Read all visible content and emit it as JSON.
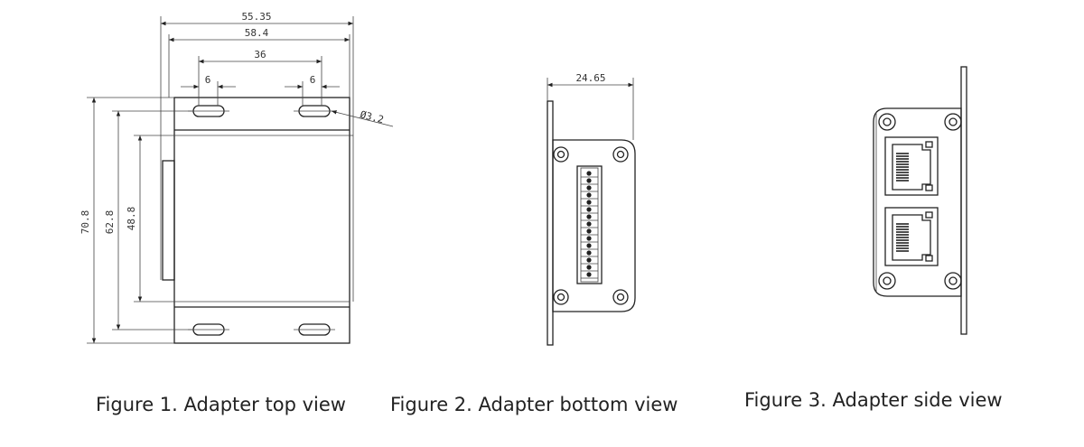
{
  "figures": [
    {
      "caption": "Figure 1. Adapter top view",
      "dimensions": {
        "overall_width": "55.35",
        "flange_width": "58.4",
        "slot_spacing": "36",
        "slot_width_left": "6",
        "slot_width_right": "6",
        "hole_diameter": "Ø3.2",
        "overall_height": "70.8",
        "slot_center_height": "62.8",
        "body_height": "48.8"
      }
    },
    {
      "caption": "Figure 2. Adapter bottom view",
      "dimensions": {
        "depth": "24.65"
      }
    },
    {
      "caption": "Figure 3. Adapter side view",
      "dimensions": {}
    }
  ],
  "colors": {
    "line": "#222222",
    "background": "#ffffff"
  }
}
